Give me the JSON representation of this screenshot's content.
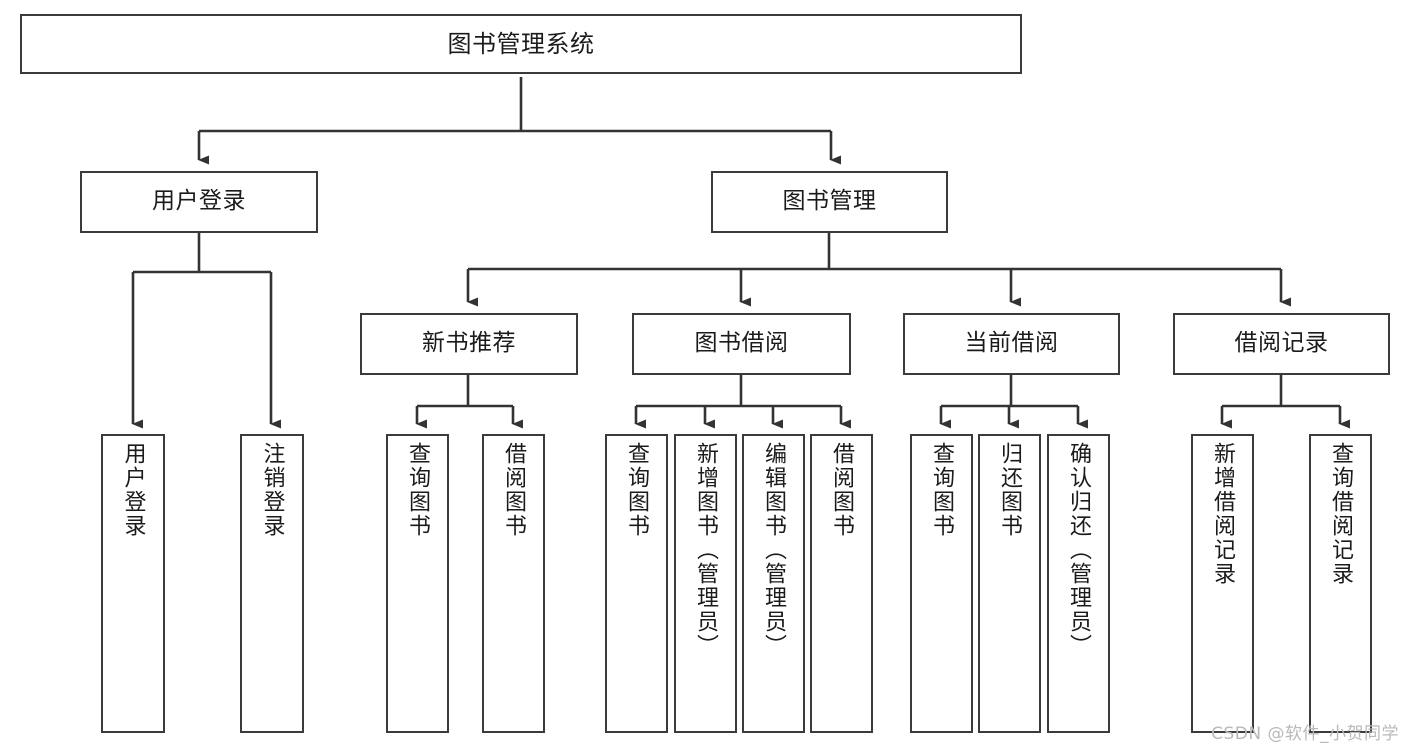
{
  "diagram": {
    "type": "tree-hierarchy",
    "title": "图书管理系统",
    "orientation": "top-down",
    "watermark": "CSDN @软件_小贺同学",
    "colors": {
      "background": "#ffffff",
      "box_border": "#3b3b3b",
      "box_fill": "#ffffff",
      "connector": "#333333",
      "text": "#1b1b1b",
      "watermark": "#b9b9b9"
    },
    "nodes": {
      "root": {
        "id": "root",
        "label": "图书管理系统",
        "level": 0
      },
      "level1": [
        {
          "id": "user-login",
          "label": "用户登录",
          "level": 1
        },
        {
          "id": "book-manage",
          "label": "图书管理",
          "level": 1
        }
      ],
      "level2": [
        {
          "id": "new-book-rec",
          "label": "新书推荐",
          "level": 2,
          "parent": "book-manage"
        },
        {
          "id": "book-borrow",
          "label": "图书借阅",
          "level": 2,
          "parent": "book-manage"
        },
        {
          "id": "current-borrow",
          "label": "当前借阅",
          "level": 2,
          "parent": "book-manage"
        },
        {
          "id": "borrow-record",
          "label": "借阅记录",
          "level": 2,
          "parent": "book-manage"
        }
      ],
      "leaves": [
        {
          "id": "leaf-user-login",
          "label": "用户登录",
          "parent": "user-login"
        },
        {
          "id": "leaf-logout-login",
          "label": "注销登录",
          "parent": "user-login"
        },
        {
          "id": "leaf-query-book-rec",
          "label": "查询图书",
          "parent": "new-book-rec"
        },
        {
          "id": "leaf-borrow-book-rec",
          "label": "借阅图书",
          "parent": "new-book-rec"
        },
        {
          "id": "leaf-query-book-borrow",
          "label": "查询图书",
          "parent": "book-borrow"
        },
        {
          "id": "leaf-add-book",
          "label": "新增图书（管理员）",
          "parent": "book-borrow"
        },
        {
          "id": "leaf-edit-book",
          "label": "编辑图书（管理员）",
          "parent": "book-borrow"
        },
        {
          "id": "leaf-borrow-book",
          "label": "借阅图书",
          "parent": "book-borrow"
        },
        {
          "id": "leaf-query-book-current",
          "label": "查询图书",
          "parent": "current-borrow"
        },
        {
          "id": "leaf-return-book",
          "label": "归还图书",
          "parent": "current-borrow"
        },
        {
          "id": "leaf-confirm-return",
          "label": "确认归还（管理员）",
          "parent": "current-borrow"
        },
        {
          "id": "leaf-add-record",
          "label": "新增借阅记录",
          "parent": "borrow-record"
        },
        {
          "id": "leaf-query-record",
          "label": "查询借阅记录",
          "parent": "borrow-record"
        }
      ]
    }
  }
}
